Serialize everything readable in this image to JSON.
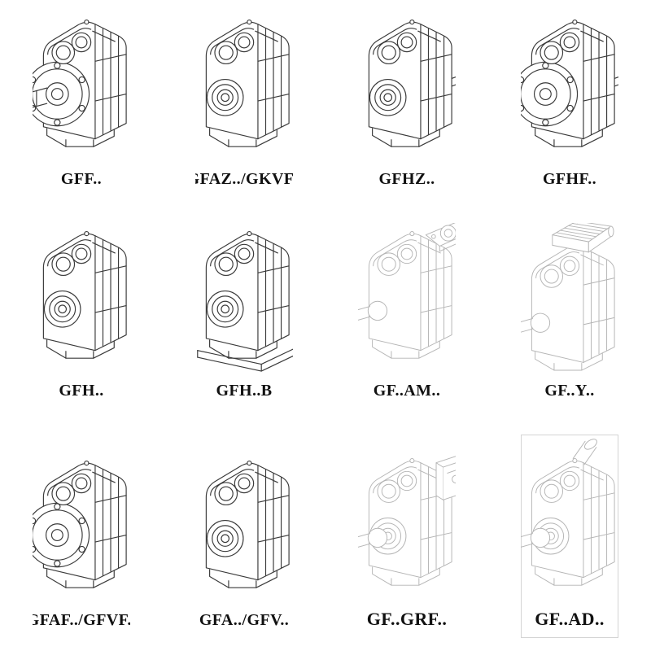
{
  "colors": {
    "background": "#ffffff",
    "line_solid": "#3a3a3a",
    "line_light": "#b5b5b5",
    "label_text": "#111111"
  },
  "grid": {
    "columns": 4,
    "rows": 3
  },
  "products": [
    {
      "label": "GFF..",
      "line_style": "solid"
    },
    {
      "label": "GFAZ../GKVF..",
      "line_style": "solid"
    },
    {
      "label": "GFHZ..",
      "line_style": "solid"
    },
    {
      "label": "GFHF..",
      "line_style": "solid"
    },
    {
      "label": "GFH..",
      "line_style": "solid"
    },
    {
      "label": "GFH..B",
      "line_style": "solid"
    },
    {
      "label": "GF..AM..",
      "line_style": "light"
    },
    {
      "label": "GF..Y..",
      "line_style": "light"
    },
    {
      "label": "GFAF../GFVF..",
      "line_style": "solid"
    },
    {
      "label": "GFA../GFV..",
      "line_style": "solid"
    },
    {
      "label": "GF..GRF..",
      "line_style": "light"
    },
    {
      "label": "GF..AD..",
      "line_style": "light"
    }
  ]
}
